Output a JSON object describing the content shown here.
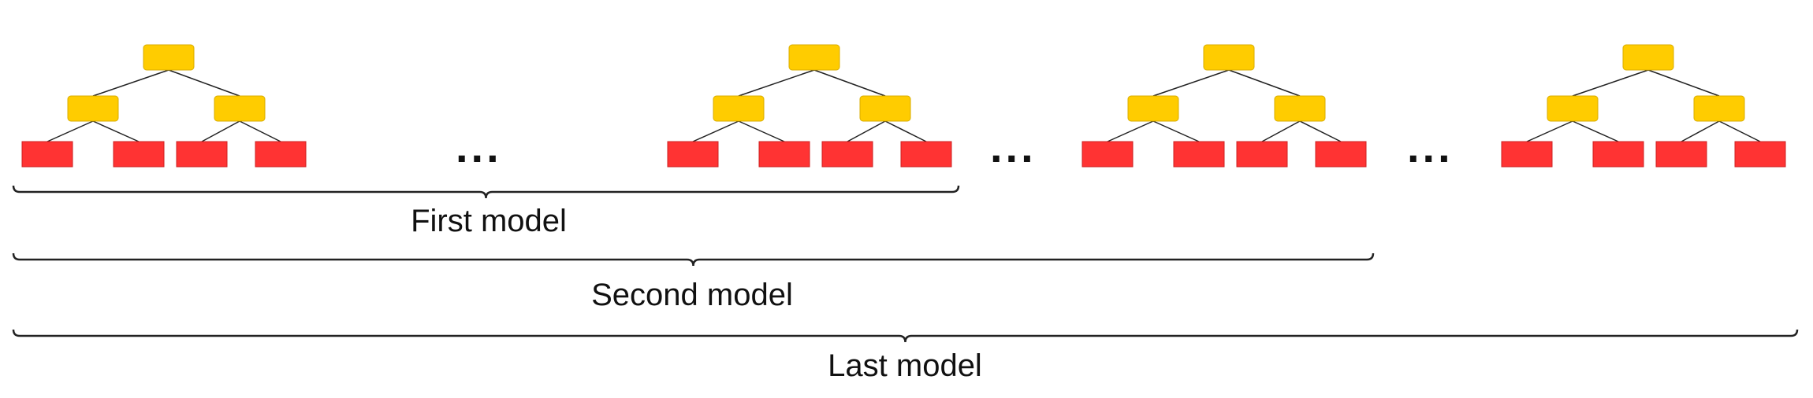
{
  "diagram": {
    "trees_count": 4,
    "ellipsis": "...",
    "brackets": [
      {
        "id": "first",
        "label": "First model"
      },
      {
        "id": "second",
        "label": "Second model"
      },
      {
        "id": "last",
        "label": "Last model"
      }
    ]
  },
  "colors": {
    "internal_node": "#ffcc00",
    "internal_node_stroke": "#d9ad00",
    "leaf_node": "#ff3333",
    "leaf_node_stroke": "#cc2222",
    "edge": "#222222",
    "bracket": "#222222"
  }
}
